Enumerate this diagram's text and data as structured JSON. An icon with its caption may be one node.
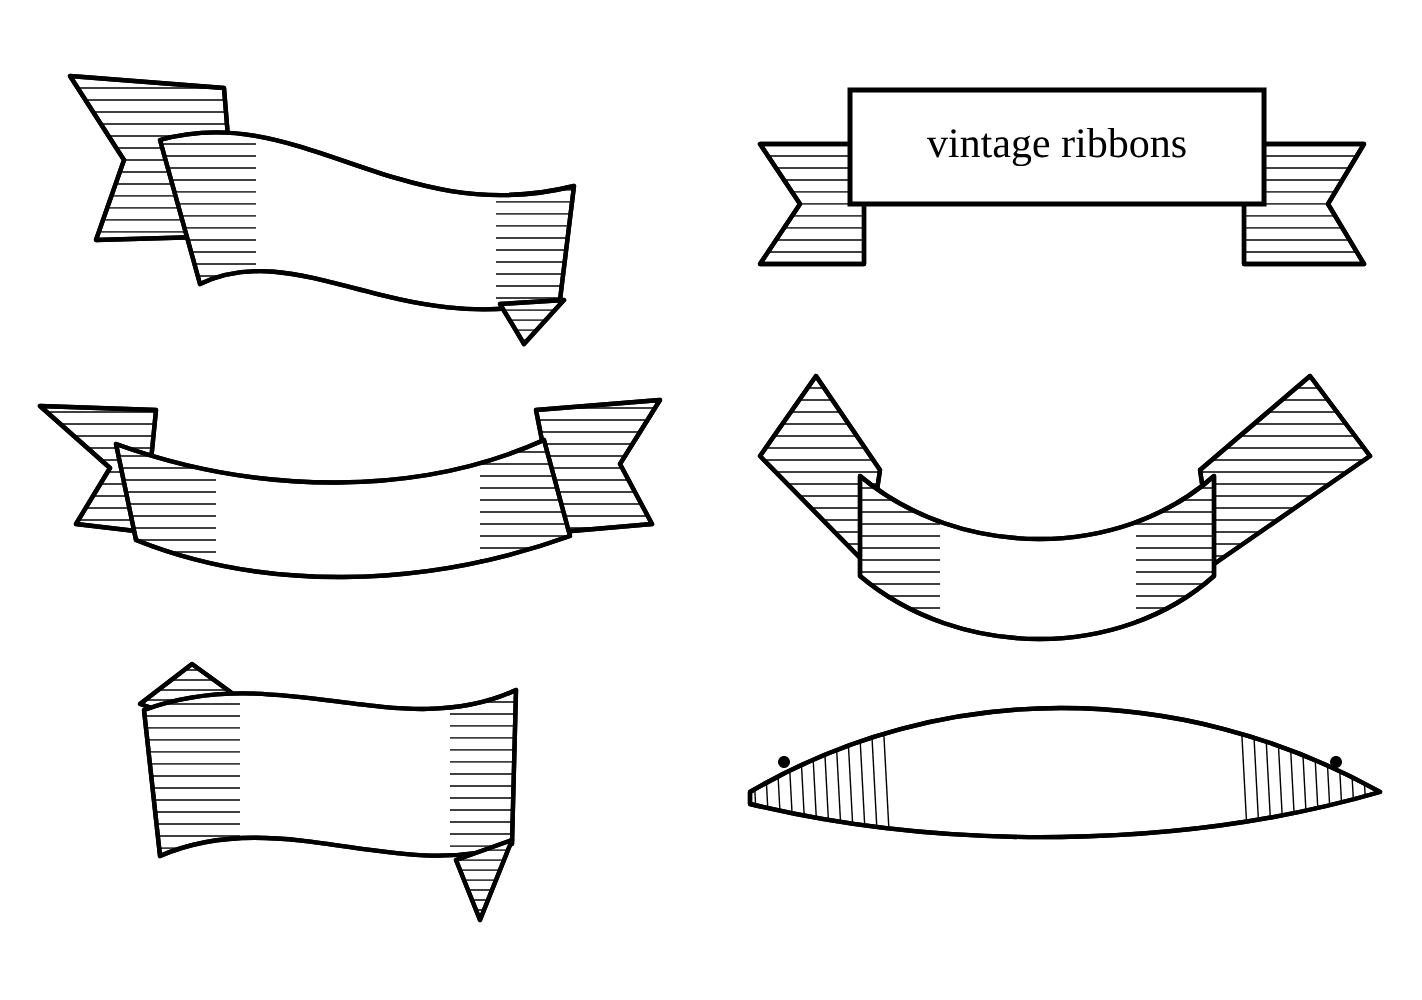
{
  "diagram": {
    "nodes": [
      {
        "text": [],
        "shape": "ribbon"
      },
      {
        "text": [
          "vintage ribbons"
        ]
      },
      {
        "text": [],
        "shape": "ribbon"
      },
      {
        "text": [],
        "shape": "ribbon"
      },
      {
        "text": [],
        "shape": "ribbon"
      },
      {
        "text": [],
        "shape": "ribbon"
      }
    ]
  }
}
